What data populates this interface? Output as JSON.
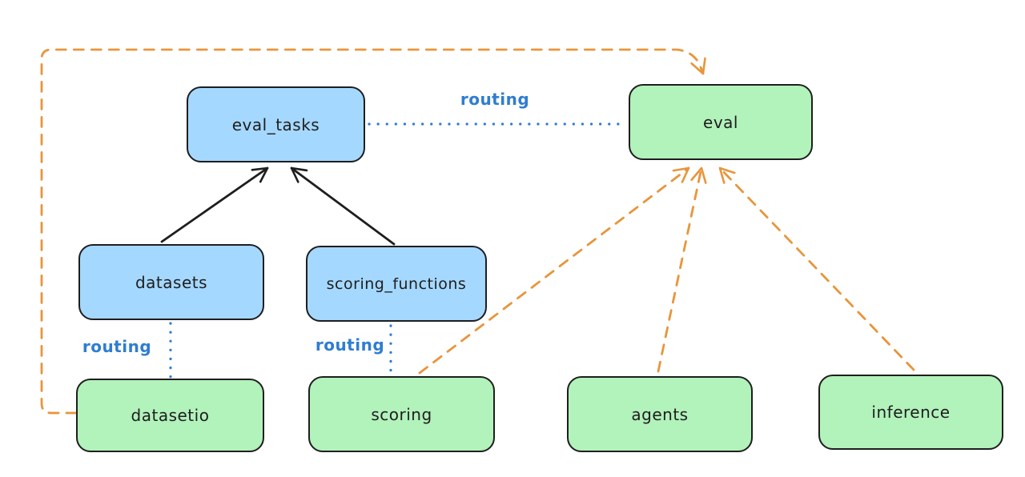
{
  "diagram": {
    "background": "#ffffff",
    "colors": {
      "blue_fill": "#a5d8ff",
      "green_fill": "#b2f2bb",
      "node_stroke": "#1e1e1e",
      "routing_blue": "#2f7dd1",
      "orange_dashed": "#e8953c",
      "black_arrow": "#1e1e1e"
    },
    "nodes": [
      {
        "id": "eval_tasks",
        "label": "eval_tasks",
        "color": "blue"
      },
      {
        "id": "eval",
        "label": "eval",
        "color": "green"
      },
      {
        "id": "datasets",
        "label": "datasets",
        "color": "blue"
      },
      {
        "id": "scoring_functions",
        "label": "scoring_functions",
        "color": "blue"
      },
      {
        "id": "datasetio",
        "label": "datasetio",
        "color": "green"
      },
      {
        "id": "scoring",
        "label": "scoring",
        "color": "green"
      },
      {
        "id": "agents",
        "label": "agents",
        "color": "green"
      },
      {
        "id": "inference",
        "label": "inference",
        "color": "green"
      }
    ],
    "edges": [
      {
        "from": "datasets",
        "to": "eval_tasks",
        "style": "solid-black-arrow"
      },
      {
        "from": "scoring_functions",
        "to": "eval_tasks",
        "style": "solid-black-arrow"
      },
      {
        "from": "eval_tasks",
        "to": "eval",
        "style": "dotted-blue",
        "label": "routing"
      },
      {
        "from": "datasets",
        "to": "datasetio",
        "style": "dotted-blue",
        "label": "routing"
      },
      {
        "from": "scoring_functions",
        "to": "scoring",
        "style": "dotted-blue",
        "label": "routing"
      },
      {
        "from": "datasetio",
        "to": "eval",
        "style": "dashed-orange-arrow"
      },
      {
        "from": "scoring",
        "to": "eval",
        "style": "dashed-orange-arrow"
      },
      {
        "from": "agents",
        "to": "eval",
        "style": "dashed-orange-arrow"
      },
      {
        "from": "inference",
        "to": "eval",
        "style": "dashed-orange-arrow"
      }
    ]
  }
}
